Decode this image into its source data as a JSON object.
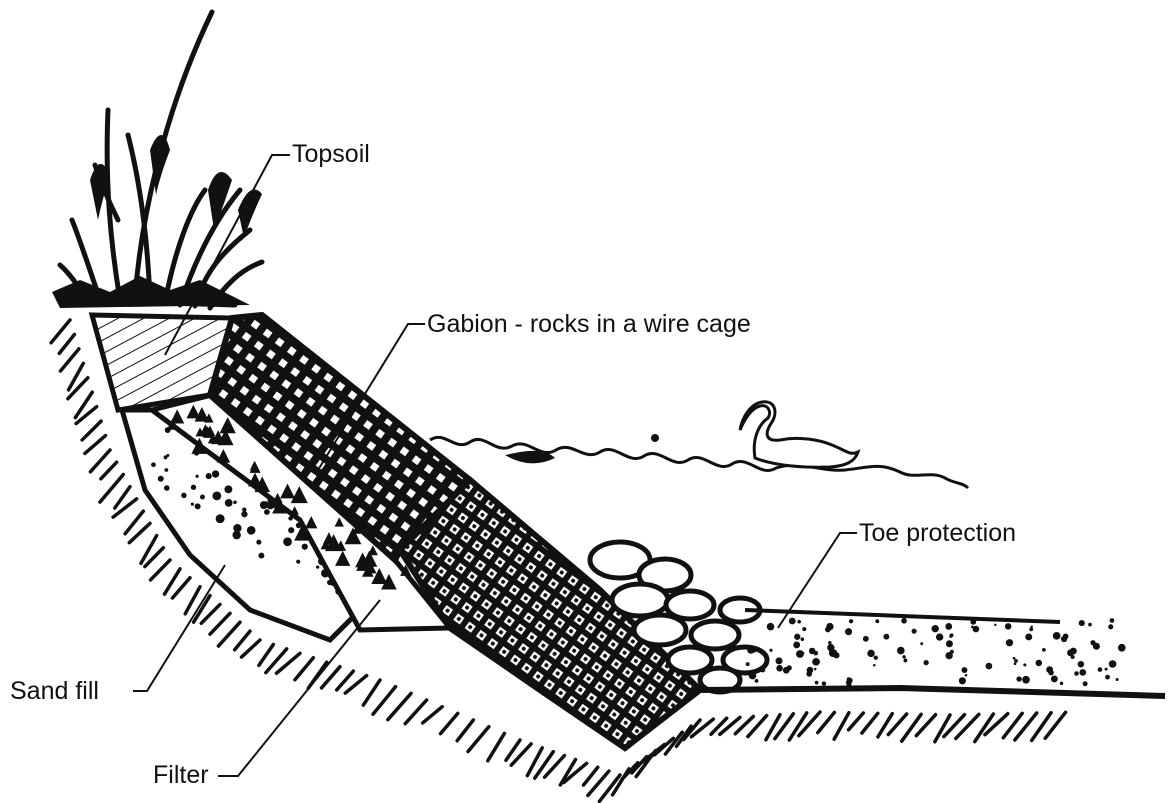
{
  "labels": {
    "topsoil": "Topsoil",
    "gabion": "Gabion - rocks in a wire cage",
    "toe_protection": "Toe protection",
    "sand_fill": "Sand fill",
    "filter": "Filter"
  },
  "colors": {
    "ink": "#111111",
    "background": "#ffffff"
  }
}
